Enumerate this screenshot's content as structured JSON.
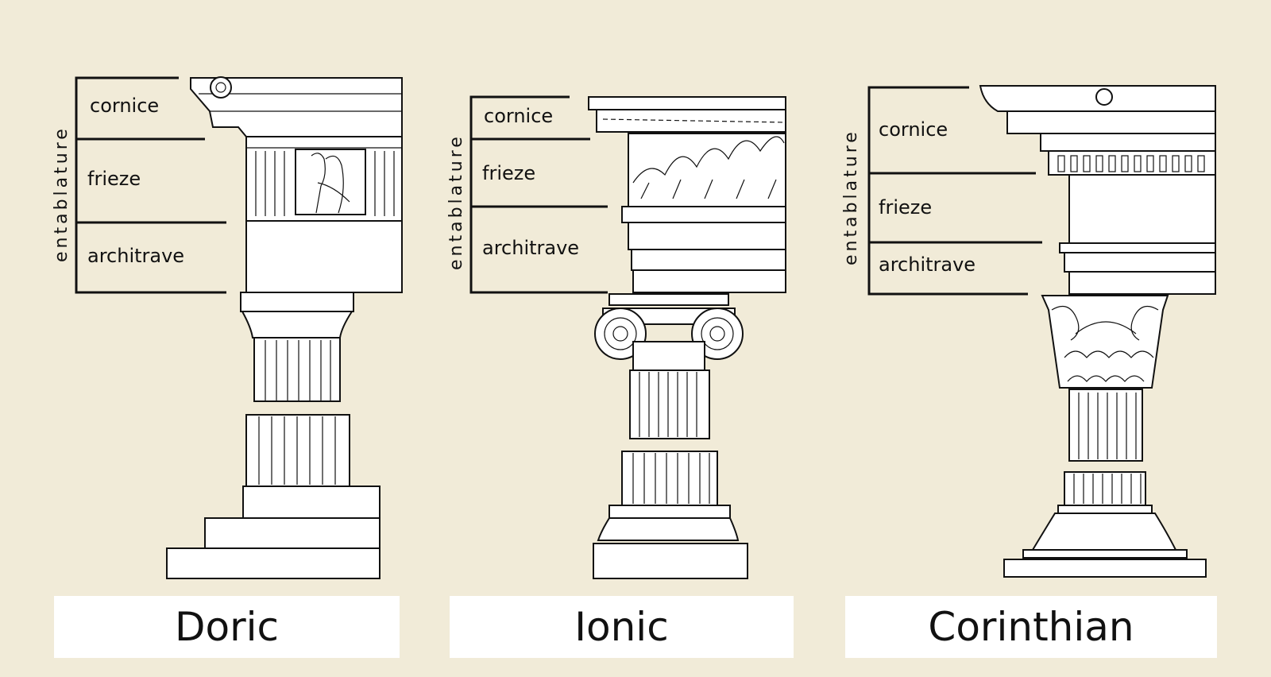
{
  "orders": [
    {
      "name": "Doric",
      "group_label": "entablature",
      "parts": [
        "cornice",
        "frieze",
        "architrave"
      ]
    },
    {
      "name": "Ionic",
      "group_label": "entablature",
      "parts": [
        "cornice",
        "frieze",
        "architrave"
      ]
    },
    {
      "name": "Corinthian",
      "group_label": "entablature",
      "parts": [
        "cornice",
        "frieze",
        "architrave"
      ]
    }
  ]
}
